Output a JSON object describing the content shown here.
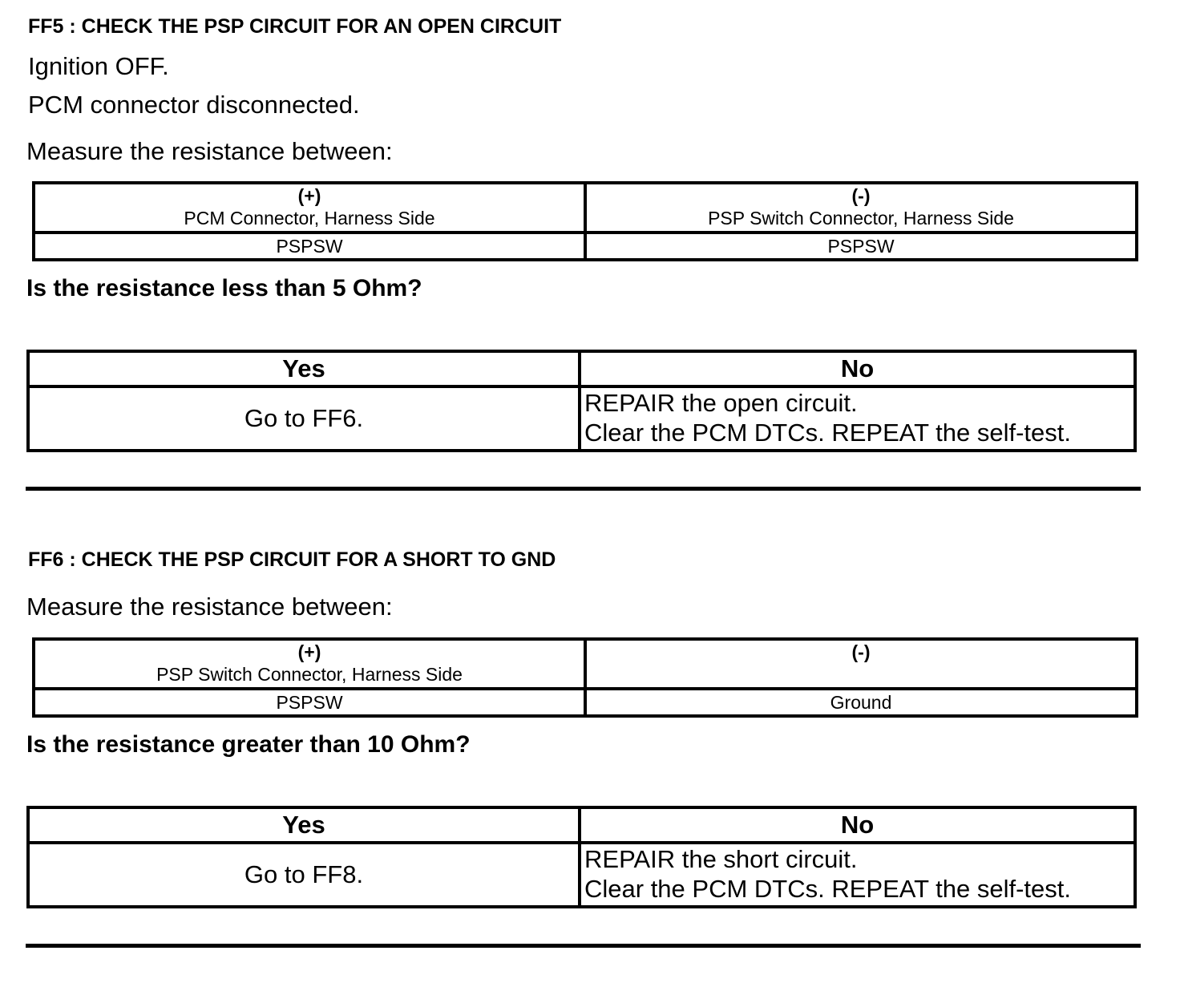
{
  "steps": [
    {
      "title": "FF5 : CHECK THE PSP CIRCUIT FOR AN OPEN CIRCUIT",
      "conditions": [
        "Ignition OFF.",
        "PCM connector disconnected."
      ],
      "measure_label": "Measure the resistance between:",
      "measurement": {
        "plus": {
          "sign": "(+)",
          "desc": "PCM Connector, Harness Side",
          "value": "PSPSW"
        },
        "minus": {
          "sign": "(-)",
          "desc": "PSP Switch Connector, Harness Side",
          "value": "PSPSW"
        }
      },
      "question": "Is the resistance less than 5 Ohm?",
      "decision": {
        "yes_header": "Yes",
        "no_header": "No",
        "yes_action": "Go to FF6.",
        "no_action": [
          "REPAIR the open circuit.",
          "Clear the PCM DTCs. REPEAT the self-test."
        ]
      }
    },
    {
      "title": "FF6 : CHECK THE PSP CIRCUIT FOR A SHORT TO GND",
      "measure_label": "Measure the resistance between:",
      "measurement": {
        "plus": {
          "sign": "(+)",
          "desc": "PSP Switch Connector, Harness Side",
          "value": "PSPSW"
        },
        "minus": {
          "sign": "(-)",
          "desc": "",
          "value": "Ground"
        }
      },
      "question": "Is the resistance greater than 10 Ohm?",
      "decision": {
        "yes_header": "Yes",
        "no_header": "No",
        "yes_action": "Go to FF8.",
        "no_action": [
          "REPAIR the short circuit.",
          "Clear the PCM DTCs. REPEAT the self-test."
        ]
      }
    }
  ]
}
